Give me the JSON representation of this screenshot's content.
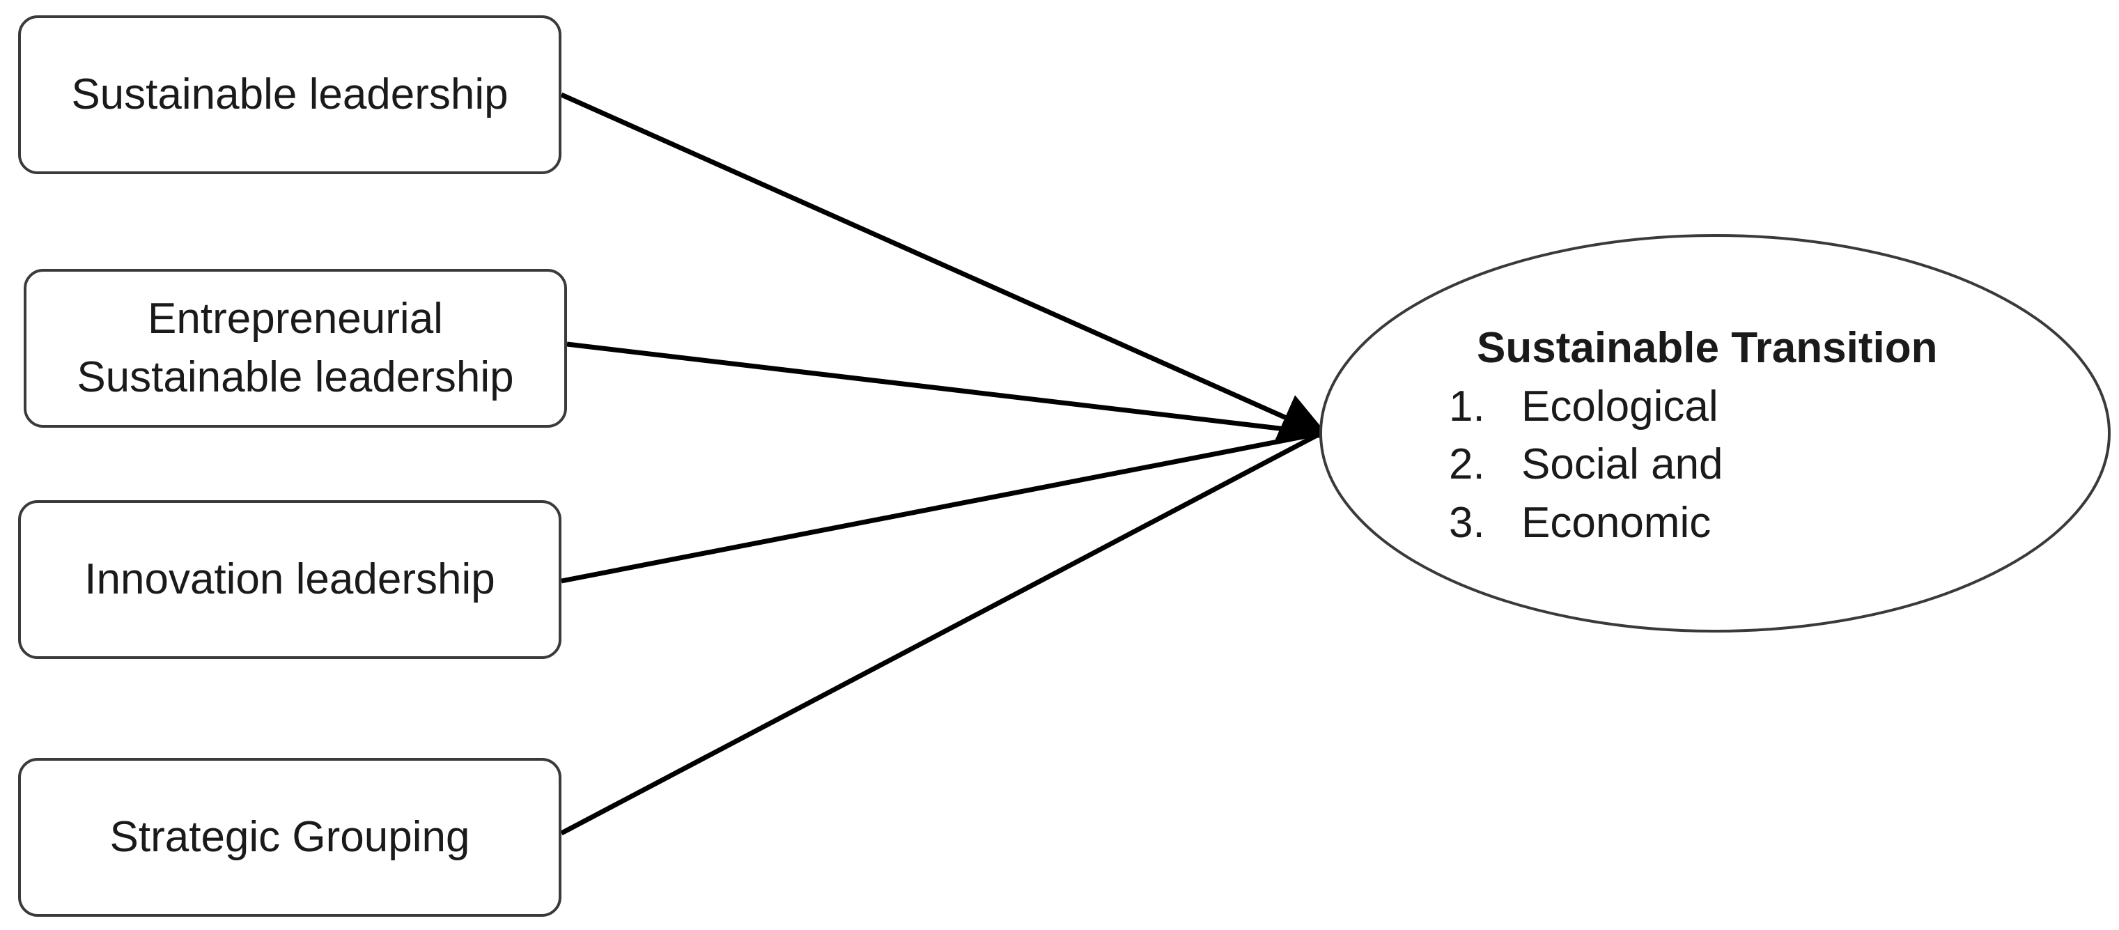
{
  "diagram": {
    "sources": [
      {
        "id": "box-1",
        "lines": [
          "Sustainable leadership"
        ]
      },
      {
        "id": "box-2",
        "lines": [
          "Entrepreneurial",
          "Sustainable leadership"
        ]
      },
      {
        "id": "box-3",
        "lines": [
          "Innovation leadership"
        ]
      },
      {
        "id": "box-4",
        "lines": [
          "Strategic Grouping"
        ]
      }
    ],
    "target": {
      "title": "Sustainable Transition",
      "items": [
        {
          "number": "1.",
          "label": "Ecological"
        },
        {
          "number": "2.",
          "label": "Social and"
        },
        {
          "number": "3.",
          "label": "Economic"
        }
      ]
    },
    "colors": {
      "stroke": "#3a3a3a",
      "arrow": "#000000",
      "text": "#1a1a1a"
    }
  }
}
